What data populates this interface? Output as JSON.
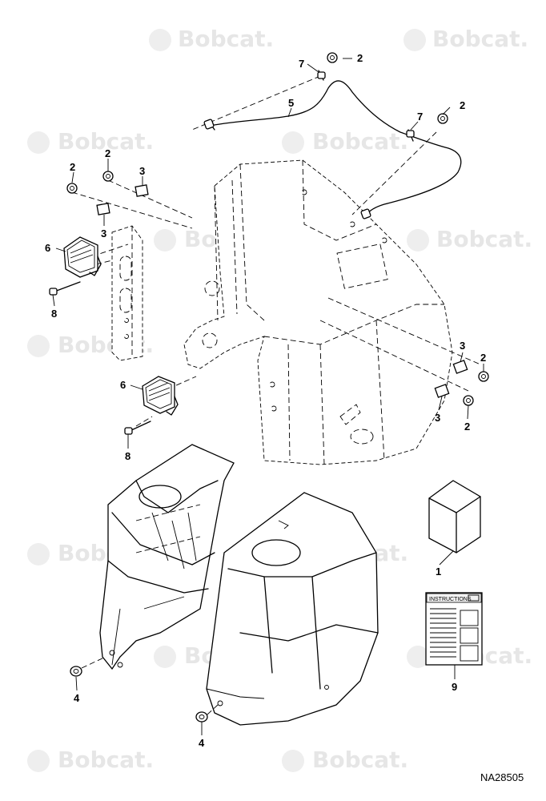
{
  "brand": {
    "watermark_text": "Bobcat.",
    "watermark_color": "#e6e6e6"
  },
  "parts": [
    {
      "number": "1",
      "name": "box"
    },
    {
      "number": "2",
      "name": "clip"
    },
    {
      "number": "3",
      "name": "pad"
    },
    {
      "number": "4",
      "name": "grommet"
    },
    {
      "number": "5",
      "name": "harness"
    },
    {
      "number": "6",
      "name": "work-light"
    },
    {
      "number": "7",
      "name": "connector"
    },
    {
      "number": "8",
      "name": "bolt"
    },
    {
      "number": "9",
      "name": "instructions"
    }
  ],
  "instructions_sheet": {
    "title": "INSTRUCTIONS"
  },
  "drawing_code": "NA28505"
}
